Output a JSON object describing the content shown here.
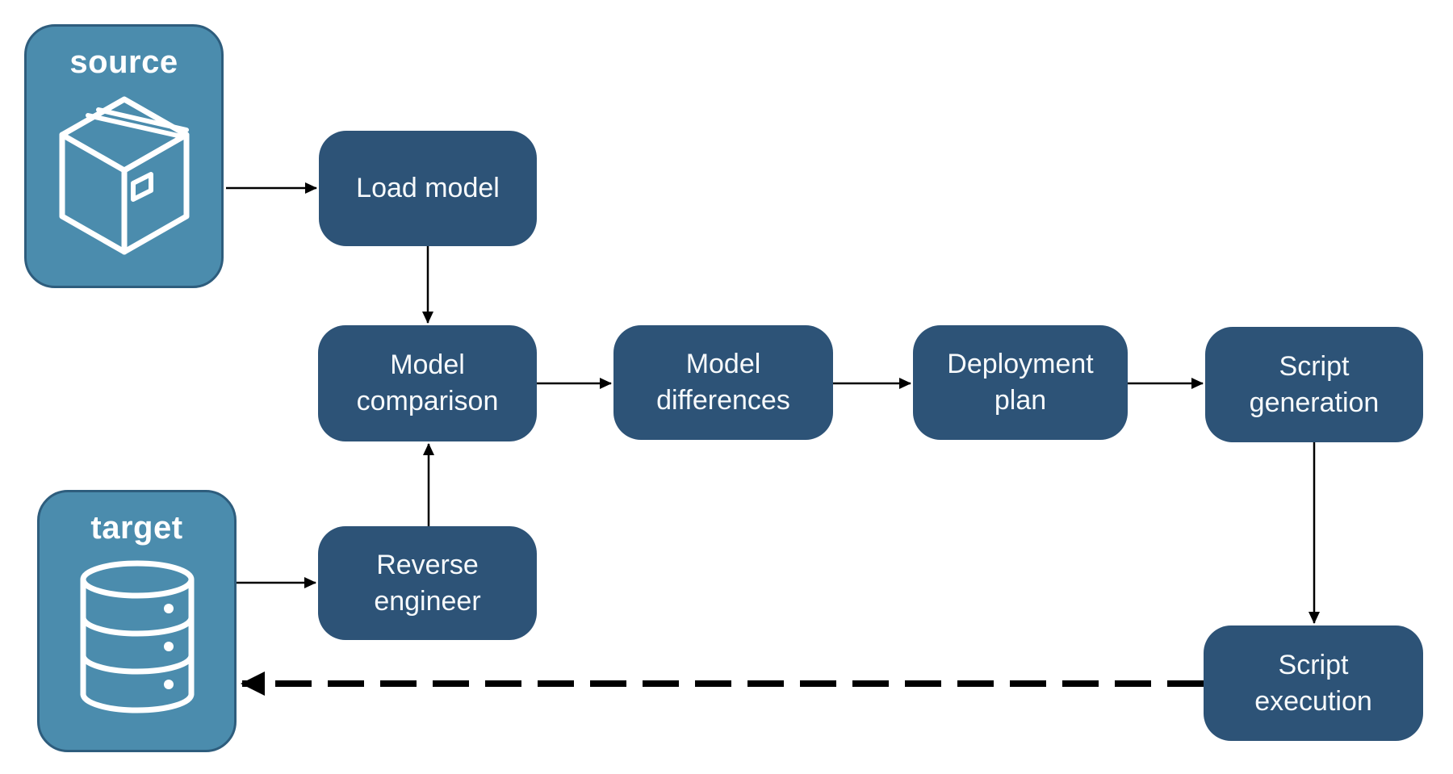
{
  "diagram": {
    "background_color": "#ffffff",
    "colors": {
      "node_fill": "#2d5377",
      "endpoint_fill": "#4b8cad",
      "endpoint_border": "#2e5d7d",
      "text": "#ffffff",
      "arrow": "#000000"
    },
    "endpoints": {
      "source": {
        "label": "source",
        "icon": "package-icon"
      },
      "target": {
        "label": "target",
        "icon": "database-icon"
      }
    },
    "nodes": {
      "load_model": {
        "label": "Load model"
      },
      "model_comparison": {
        "label": "Model comparison"
      },
      "model_differences": {
        "label": "Model differences"
      },
      "deployment_plan": {
        "label": "Deployment plan"
      },
      "script_generation": {
        "label": "Script generation"
      },
      "reverse_engineer": {
        "label": "Reverse engineer"
      },
      "script_execution": {
        "label": "Script execution"
      }
    },
    "edges": [
      {
        "from": "source",
        "to": "load_model",
        "style": "solid"
      },
      {
        "from": "load_model",
        "to": "model_comparison",
        "style": "solid"
      },
      {
        "from": "model_comparison",
        "to": "model_differences",
        "style": "solid"
      },
      {
        "from": "model_differences",
        "to": "deployment_plan",
        "style": "solid"
      },
      {
        "from": "deployment_plan",
        "to": "script_generation",
        "style": "solid"
      },
      {
        "from": "script_generation",
        "to": "script_execution",
        "style": "solid"
      },
      {
        "from": "target",
        "to": "reverse_engineer",
        "style": "solid"
      },
      {
        "from": "reverse_engineer",
        "to": "model_comparison",
        "style": "solid"
      },
      {
        "from": "script_execution",
        "to": "target",
        "style": "dashed"
      }
    ]
  }
}
